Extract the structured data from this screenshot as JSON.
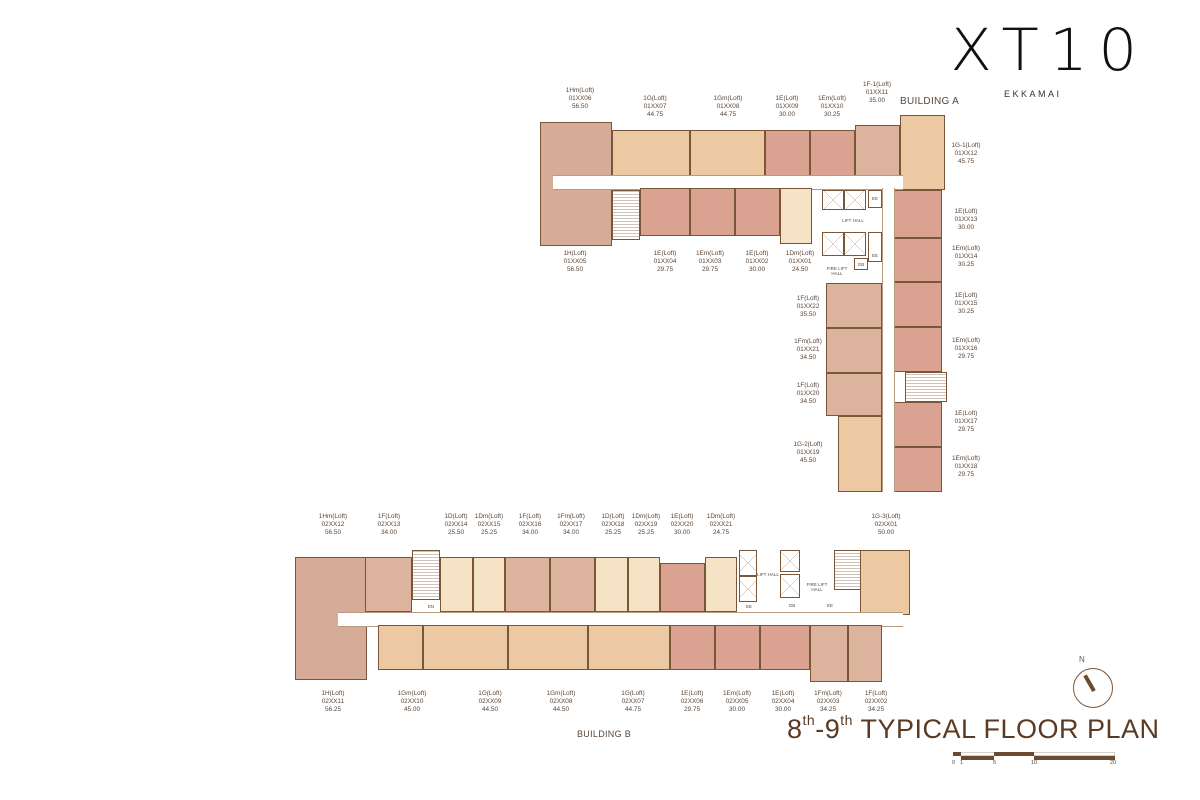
{
  "logo": {
    "main": "XT10",
    "sub": "EKKAMAI"
  },
  "title": {
    "floor_from": "8",
    "suffix1": "th",
    "dash": "-",
    "floor_to": "9",
    "suffix2": "th",
    "text": " TYPICAL FLOOR PLAN"
  },
  "colors": {
    "wall": "#7a5638",
    "title": "#5a3a22",
    "unit_e": "#d9a291",
    "unit_g": "#ecc9a3",
    "unit_d": "#f6e3c5",
    "unit_f": "#dcb49d",
    "unit_h": "#d6ab98"
  },
  "compass": {
    "label": "N"
  },
  "scale": {
    "ticks": [
      "0",
      "1",
      "5",
      "10",
      "20"
    ]
  },
  "core_labels": {
    "lift_hall": "LIFT HALL",
    "fire_lift_hall": "FIRE LIFT HALL",
    "ee": "EE",
    "gb": "GB",
    "en": "EN"
  },
  "a": {
    "name": "BUILDING A",
    "units": [
      {
        "type": "1Hm(Loft)",
        "code": "01XX06",
        "area": "56.50"
      },
      {
        "type": "1G(Loft)",
        "code": "01XX07",
        "area": "44.75"
      },
      {
        "type": "1Gm(Loft)",
        "code": "01XX08",
        "area": "44.75"
      },
      {
        "type": "1E(Loft)",
        "code": "01XX09",
        "area": "30.00"
      },
      {
        "type": "1Em(Loft)",
        "code": "01XX10",
        "area": "30.25"
      },
      {
        "type": "1F-1(Loft)",
        "code": "01XX11",
        "area": "35.00"
      },
      {
        "type": "1G-1(Loft)",
        "code": "01XX12",
        "area": "45.75"
      },
      {
        "type": "1H(Loft)",
        "code": "01XX05",
        "area": "56.50"
      },
      {
        "type": "1E(Loft)",
        "code": "01XX04",
        "area": "29.75"
      },
      {
        "type": "1Em(Loft)",
        "code": "01XX03",
        "area": "29.75"
      },
      {
        "type": "1E(Loft)",
        "code": "01XX02",
        "area": "30.00"
      },
      {
        "type": "1Dm(Loft)",
        "code": "01XX01",
        "area": "24.50"
      },
      {
        "type": "1E(Loft)",
        "code": "01XX13",
        "area": "30.00"
      },
      {
        "type": "1Em(Loft)",
        "code": "01XX14",
        "area": "30.25"
      },
      {
        "type": "1E(Loft)",
        "code": "01XX15",
        "area": "30.25"
      },
      {
        "type": "1Em(Loft)",
        "code": "01XX16",
        "area": "29.75"
      },
      {
        "type": "1E(Loft)",
        "code": "01XX17",
        "area": "29.75"
      },
      {
        "type": "1Em(Loft)",
        "code": "01XX18",
        "area": "29.75"
      },
      {
        "type": "1F(Loft)",
        "code": "01XX22",
        "area": "35.50"
      },
      {
        "type": "1Fm(Loft)",
        "code": "01XX21",
        "area": "34.50"
      },
      {
        "type": "1F(Loft)",
        "code": "01XX20",
        "area": "34.50"
      },
      {
        "type": "1G-2(Loft)",
        "code": "01XX19",
        "area": "45.50"
      }
    ]
  },
  "b": {
    "name": "BUILDING B",
    "units": [
      {
        "type": "1Hm(Loft)",
        "code": "02XX12",
        "area": "56.50"
      },
      {
        "type": "1F(Loft)",
        "code": "02XX13",
        "area": "34.00"
      },
      {
        "type": "1D(Loft)",
        "code": "02XX14",
        "area": "25.50"
      },
      {
        "type": "1Dm(Loft)",
        "code": "02XX15",
        "area": "25.25"
      },
      {
        "type": "1F(Loft)",
        "code": "02XX16",
        "area": "34.00"
      },
      {
        "type": "1Fm(Loft)",
        "code": "02XX17",
        "area": "34.00"
      },
      {
        "type": "1D(Loft)",
        "code": "02XX18",
        "area": "25.25"
      },
      {
        "type": "1Dm(Loft)",
        "code": "02XX19",
        "area": "25.25"
      },
      {
        "type": "1E(Loft)",
        "code": "02XX20",
        "area": "30.00"
      },
      {
        "type": "1Dm(Loft)",
        "code": "02XX21",
        "area": "24.75"
      },
      {
        "type": "1G-3(Loft)",
        "code": "02XX01",
        "area": "50.00"
      },
      {
        "type": "1H(Loft)",
        "code": "02XX11",
        "area": "56.25"
      },
      {
        "type": "1Gm(Loft)",
        "code": "02XX10",
        "area": "45.00"
      },
      {
        "type": "1G(Loft)",
        "code": "02XX09",
        "area": "44.50"
      },
      {
        "type": "1Gm(Loft)",
        "code": "02XX08",
        "area": "44.50"
      },
      {
        "type": "1G(Loft)",
        "code": "02XX07",
        "area": "44.75"
      },
      {
        "type": "1E(Loft)",
        "code": "02XX06",
        "area": "29.75"
      },
      {
        "type": "1Em(Loft)",
        "code": "02XX05",
        "area": "30.00"
      },
      {
        "type": "1E(Loft)",
        "code": "02XX04",
        "area": "30.00"
      },
      {
        "type": "1Fm(Loft)",
        "code": "02XX03",
        "area": "34.25"
      },
      {
        "type": "1F(Loft)",
        "code": "02XX02",
        "area": "34.25"
      }
    ]
  }
}
